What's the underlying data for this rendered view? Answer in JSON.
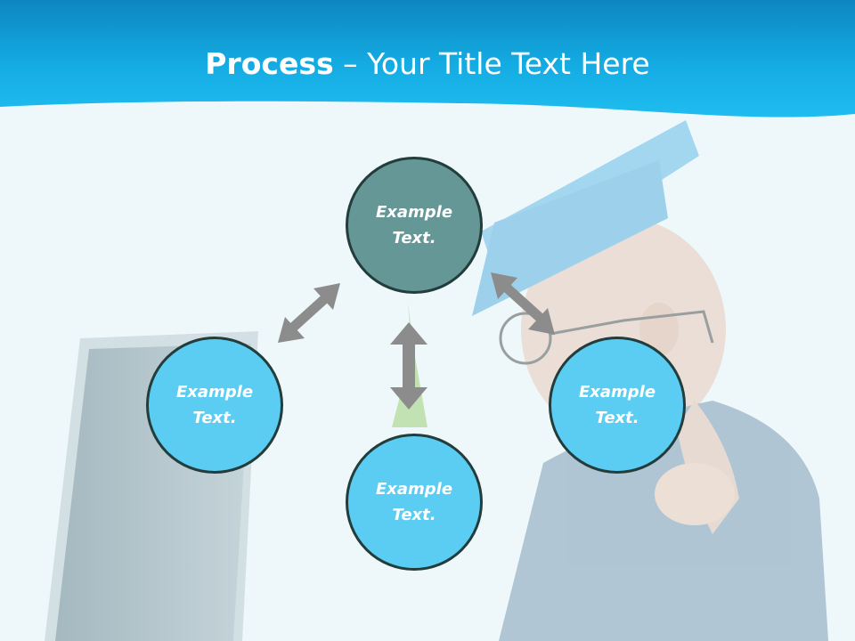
{
  "slide": {
    "title_bold": "Process",
    "title_rest": " – Your Title Text Here"
  },
  "nodes": {
    "top": {
      "line1": "Example",
      "line2": "Text."
    },
    "left": {
      "line1": "Example",
      "line2": "Text."
    },
    "bottom": {
      "line1": "Example",
      "line2": "Text."
    },
    "right": {
      "line1": "Example",
      "line2": "Text."
    }
  },
  "colors": {
    "header": "#12aee6",
    "top_node": "#649796",
    "side_nodes": "#5bcdf2",
    "node_border": "#223d3b",
    "arrows": "#8c8c8c"
  }
}
